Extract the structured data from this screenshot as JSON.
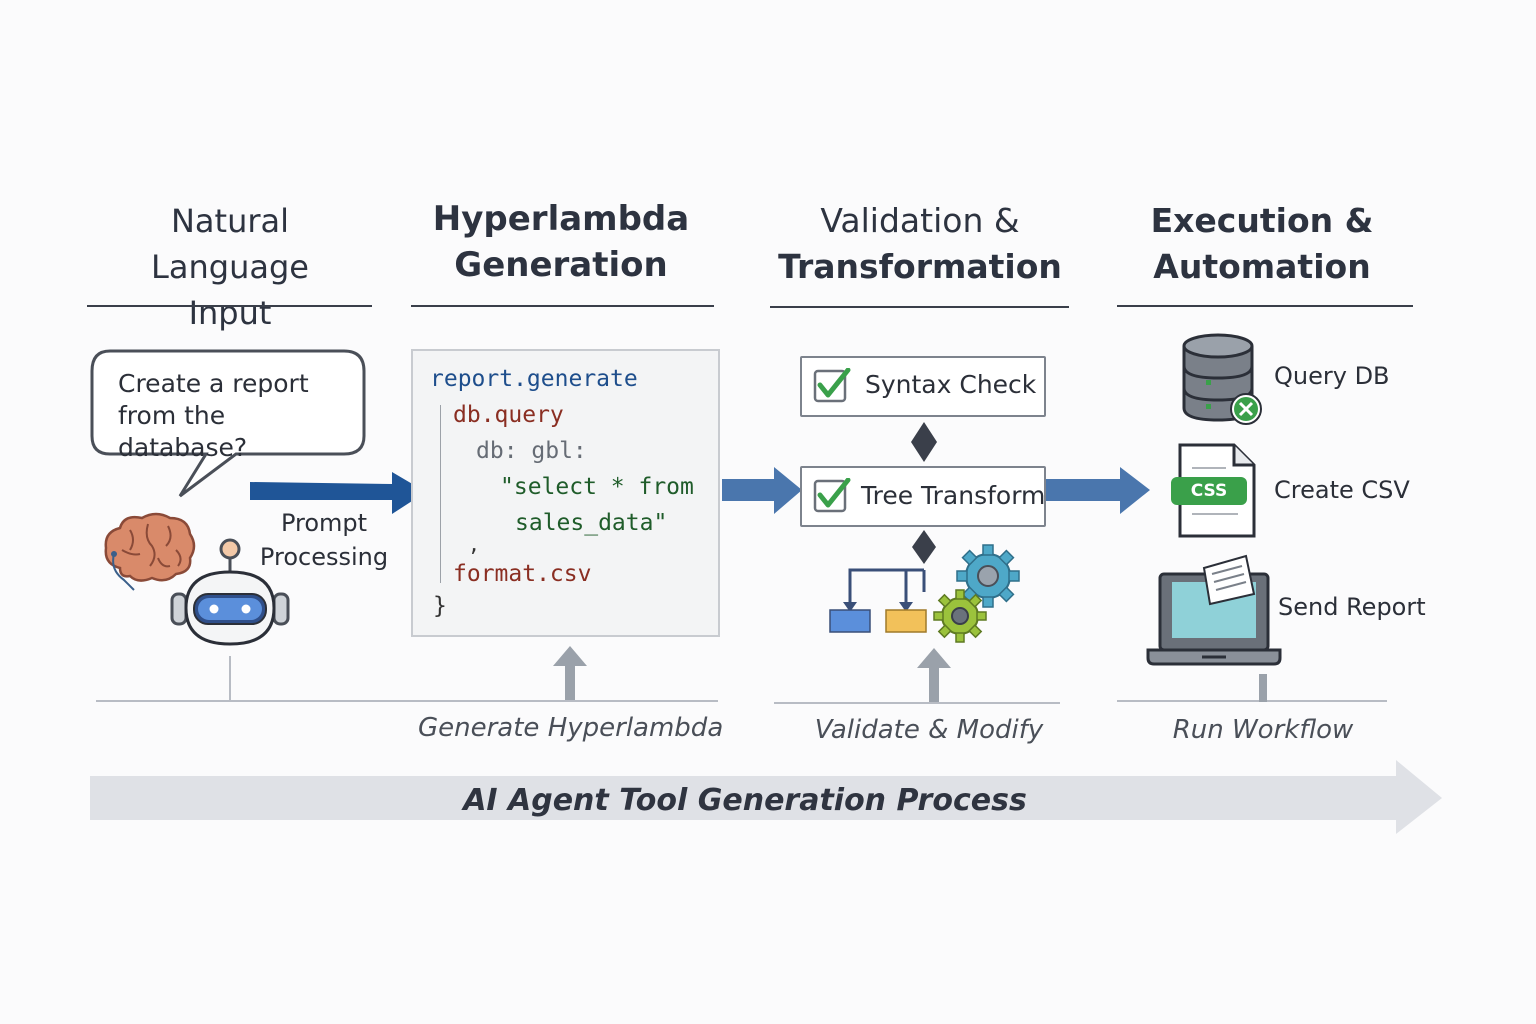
{
  "columns": [
    {
      "title_line1": "Natural Language",
      "title_line2": "Input"
    },
    {
      "title_line1": "Hyperlambda",
      "title_line2": "Generation"
    },
    {
      "title_line1": "Validation &",
      "title_line2": "Transformation"
    },
    {
      "title_line1": "Execution &",
      "title_line2": "Automation"
    }
  ],
  "input": {
    "bubble_line1": "Create a report",
    "bubble_line2": "from the database?",
    "arrow_label_line1": "Prompt",
    "arrow_label_line2": "Processing"
  },
  "code": {
    "line1": "report.generate",
    "line2": "db.query",
    "line3": "db: gbl:",
    "line4": "\"select * from",
    "line5": "sales_data\"",
    "line6": ",",
    "line7": "format.csv",
    "line8": "}"
  },
  "validation": {
    "check1": "Syntax Check",
    "check2": "Tree Transform"
  },
  "execution": {
    "step1": "Query DB",
    "step2": "Create CSV",
    "step3": "Send Report",
    "csv_badge": "CSS"
  },
  "bottom_labels": {
    "generate": "Generate Hyperlambda",
    "validate": "Validate & Modify",
    "run": "Run Workflow"
  },
  "process_title": "AI Agent Tool Generation Process",
  "colors": {
    "arrow_blue": "#1f5597",
    "arrow_mid": "#4a76ad",
    "check_green": "#3aa04a",
    "gear_blue": "#4ea8c8",
    "gear_green": "#9bc23c",
    "box_blue": "#5b8fdb",
    "box_yellow": "#f2c15a",
    "banner_gray": "#dfe1e6"
  }
}
